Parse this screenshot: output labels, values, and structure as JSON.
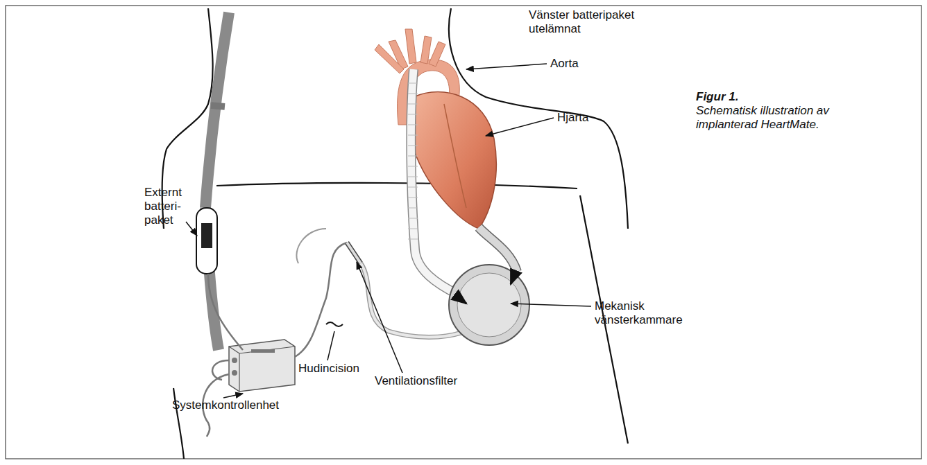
{
  "diagram": {
    "title": "Figur 1.",
    "caption": "Schematisk illustration av implanterad HeartMate.",
    "labels": [
      "Vänster batteripaket utelämnat",
      "Aorta",
      "Hjärta",
      "Externt batteri- paket",
      "Mekanisk vänsterkammare",
      "Hudincision",
      "Ventilationsfilter",
      "Systemkontrollenhet"
    ]
  }
}
